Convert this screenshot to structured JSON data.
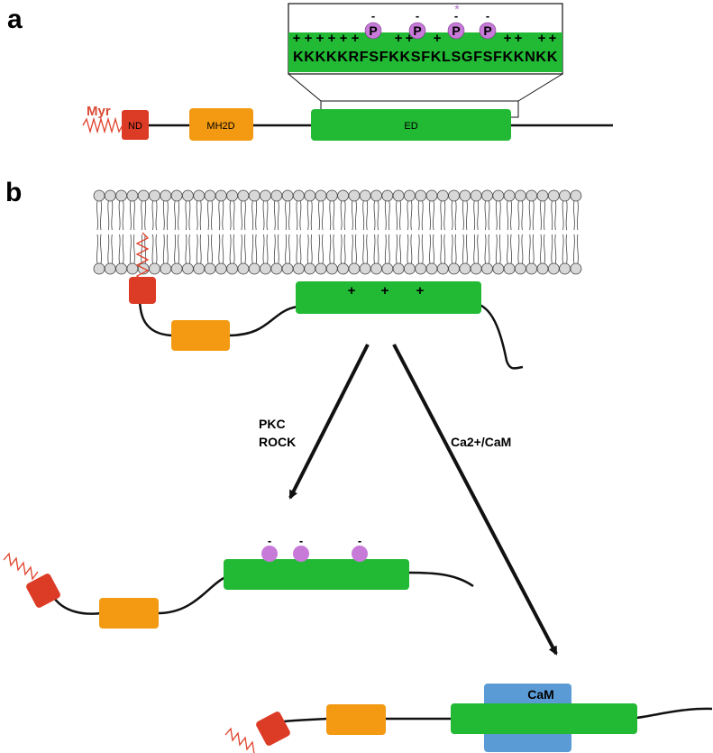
{
  "panels": {
    "a": "a",
    "b": "b"
  },
  "colors": {
    "nd": "#dc3b26",
    "mh2d": "#f39a12",
    "ed": "#22b934",
    "cam": "#5b9bd5",
    "phospho": "#c77ad8",
    "myr": "#e0412b",
    "membrane": "#d8d8d8"
  },
  "protein_a": {
    "myr_label": "Myr",
    "nd_label": "ND",
    "mh2d_label": "MH2D",
    "ed_label": "ED"
  },
  "sequence": {
    "text": "KKKKKRFSFKKSFKLSGFSFKKNKK",
    "charges": [
      "+",
      "+",
      "+",
      "+",
      "+",
      "+",
      "+",
      "+",
      "+",
      "+",
      "+",
      "+",
      "+"
    ],
    "phospho_label": "P",
    "phospho_charge": "-",
    "star": "*"
  },
  "membrane_bound": {
    "charges": [
      "+",
      "+",
      "+"
    ]
  },
  "arrows": {
    "left_line1": "PKC",
    "left_line2": "ROCK",
    "right": "Ca2+/CaM"
  },
  "phospho_state": {
    "charge": "-"
  },
  "cam_state": {
    "cam_label": "CaM"
  }
}
